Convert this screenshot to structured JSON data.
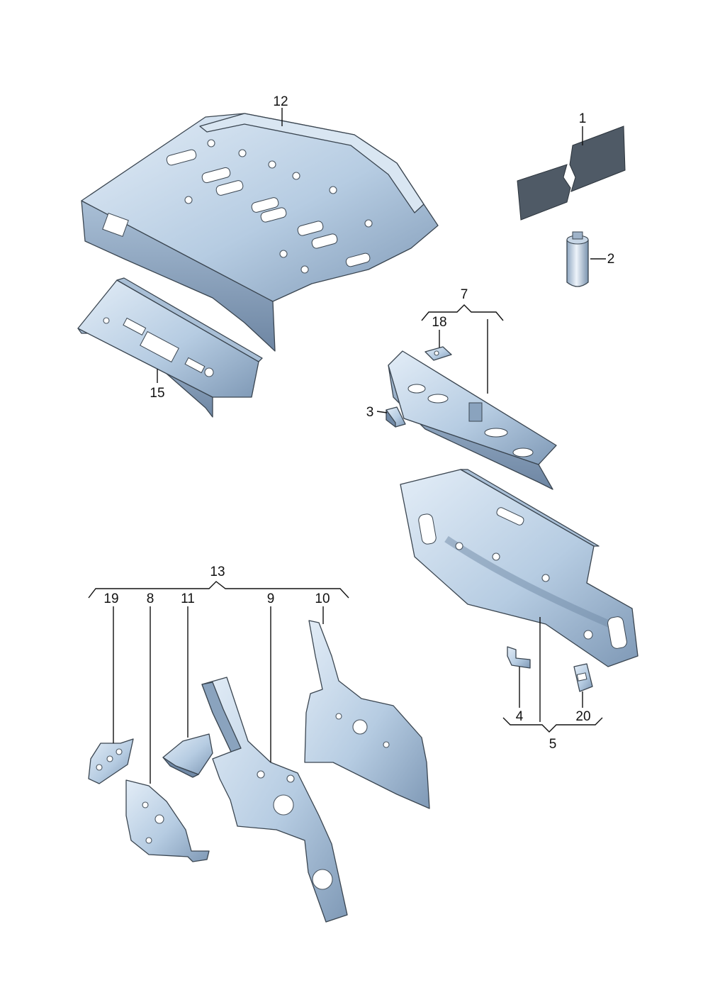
{
  "callouts": {
    "c1": "1",
    "c2": "2",
    "c3": "3",
    "c4": "4",
    "c5": "5",
    "c7": "7",
    "c8": "8",
    "c9": "9",
    "c10": "10",
    "c11": "11",
    "c12": "12",
    "c13": "13",
    "c15": "15",
    "c18": "18",
    "c19": "19",
    "c20": "20"
  },
  "colors": {
    "part_fill_light": "#c8d9ea",
    "part_fill_mid": "#9fb8d2",
    "part_fill_dark": "#7089a6",
    "mat_fill": "#4f5a66",
    "line": "#111111"
  }
}
